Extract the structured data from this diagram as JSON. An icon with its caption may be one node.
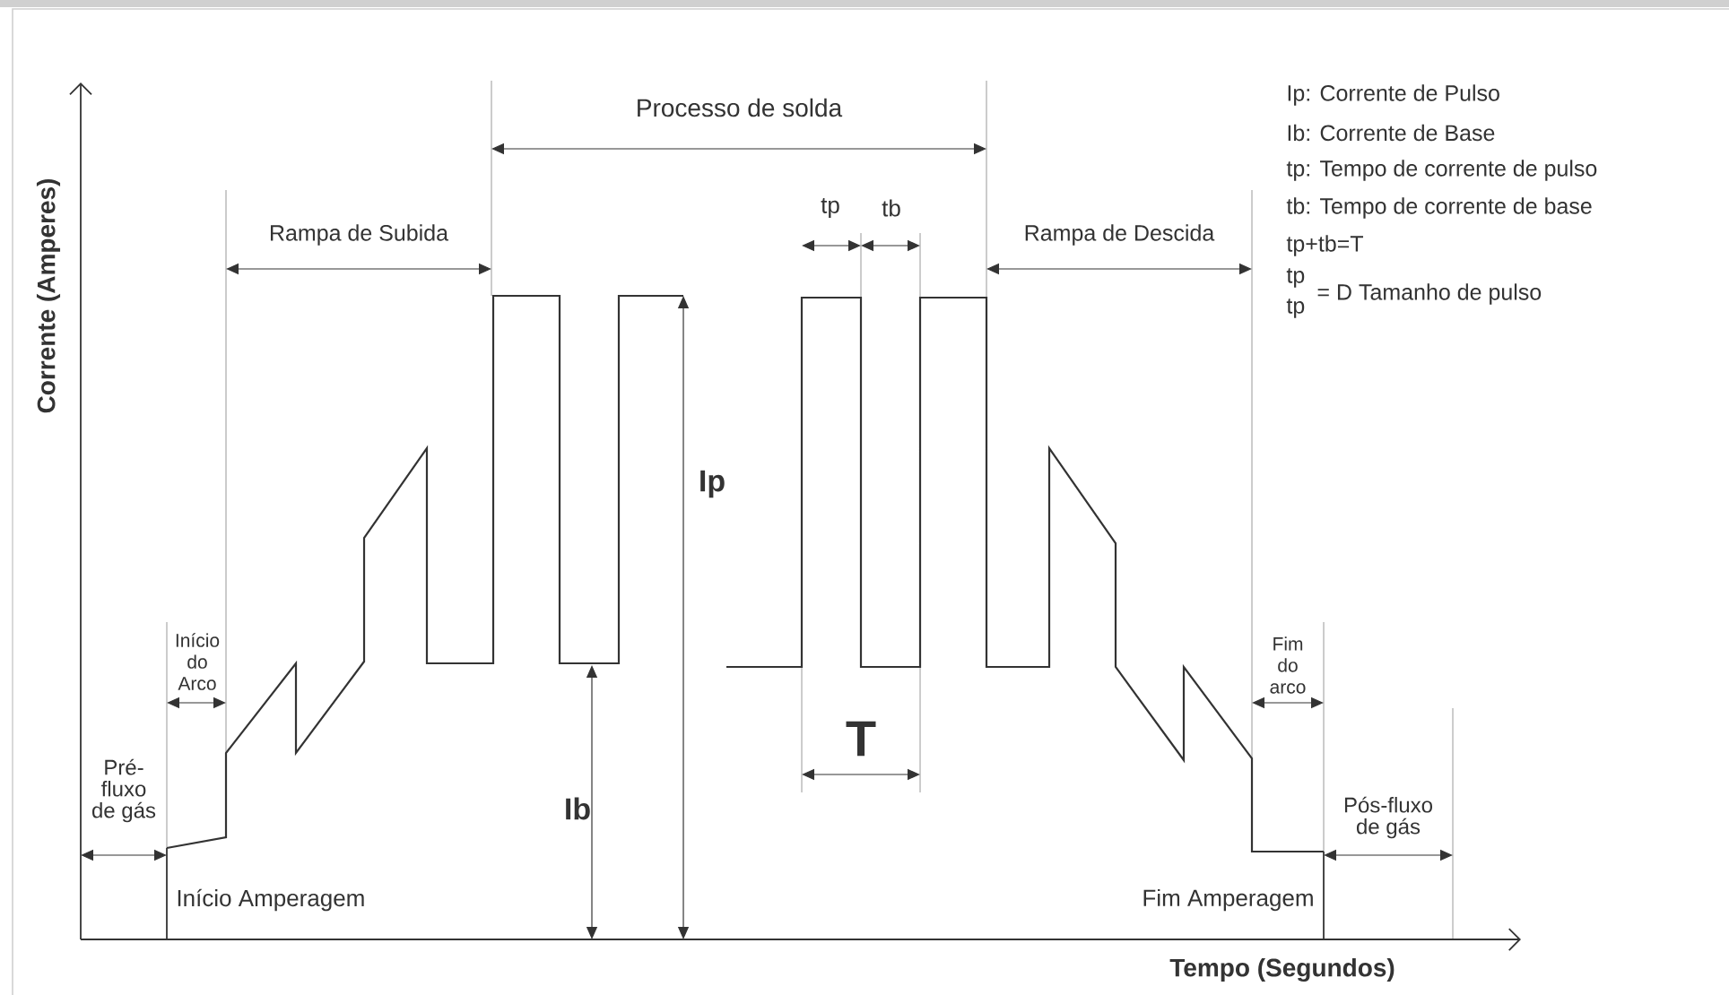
{
  "diagram": {
    "labels": [
      "Corrente (Amperes)",
      "Processo de solda",
      "Ip: Corrente de Pulso",
      "Ib: Corrente de Base",
      "tp: Tempo de corrente de pulso",
      "tb: Tempo de corrente de base",
      "tp+tb=T",
      "tp",
      "= D Tamanho de pulso",
      "tp",
      "Rampa de Subida",
      "tp",
      "tb",
      "Rampa de Descida",
      "Ip",
      "Início do Arco",
      "Fim do arco",
      "T",
      "Pré-fluxo de gás",
      "Ib",
      "Pós-fluxo de gás",
      "Início Amperagem",
      "Fim Amperagem",
      "Tempo (Segundos)"
    ]
  }
}
